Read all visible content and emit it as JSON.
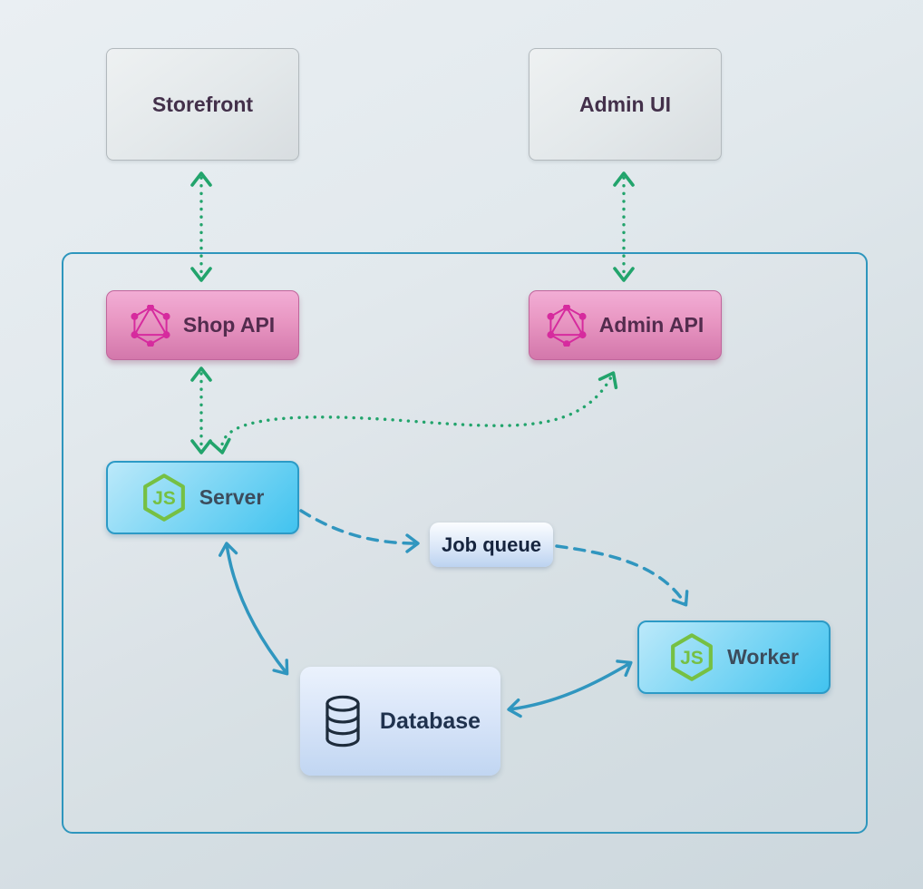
{
  "diagram": {
    "nodes": {
      "storefront": {
        "label": "Storefront",
        "type": "external-client"
      },
      "admin_ui": {
        "label": "Admin UI",
        "type": "external-client"
      },
      "shop_api": {
        "label": "Shop API",
        "type": "graphql-api",
        "icon": "graphql-icon"
      },
      "admin_api": {
        "label": "Admin API",
        "type": "graphql-api",
        "icon": "graphql-icon"
      },
      "server": {
        "label": "Server",
        "type": "nodejs-service",
        "icon": "nodejs-icon"
      },
      "job_queue": {
        "label": "Job queue",
        "type": "queue"
      },
      "worker": {
        "label": "Worker",
        "type": "nodejs-service",
        "icon": "nodejs-icon"
      },
      "database": {
        "label": "Database",
        "type": "datastore",
        "icon": "database-icon"
      }
    },
    "edges": [
      {
        "from": "storefront",
        "to": "shop_api",
        "style": "dotted",
        "color": "green",
        "bidirectional": true
      },
      {
        "from": "admin_ui",
        "to": "admin_api",
        "style": "dotted",
        "color": "green",
        "bidirectional": true
      },
      {
        "from": "shop_api",
        "to": "server",
        "style": "dotted",
        "color": "green",
        "bidirectional": true
      },
      {
        "from": "server",
        "to": "admin_api",
        "style": "dotted",
        "color": "green",
        "bidirectional": true
      },
      {
        "from": "server",
        "to": "job_queue",
        "style": "dashed",
        "color": "blue",
        "bidirectional": false
      },
      {
        "from": "job_queue",
        "to": "worker",
        "style": "dashed",
        "color": "blue",
        "bidirectional": false
      },
      {
        "from": "server",
        "to": "database",
        "style": "solid",
        "color": "blue",
        "bidirectional": true
      },
      {
        "from": "database",
        "to": "worker",
        "style": "solid",
        "color": "blue",
        "bidirectional": true
      }
    ],
    "colors": {
      "green_arrow": "#22a46c",
      "blue_arrow": "#3096bf",
      "container_border": "#2e96bd",
      "graphql_pink": "#d62b9e",
      "nodejs_green": "#76c043"
    },
    "icons": {
      "nodejs_glyph": "JS"
    }
  }
}
